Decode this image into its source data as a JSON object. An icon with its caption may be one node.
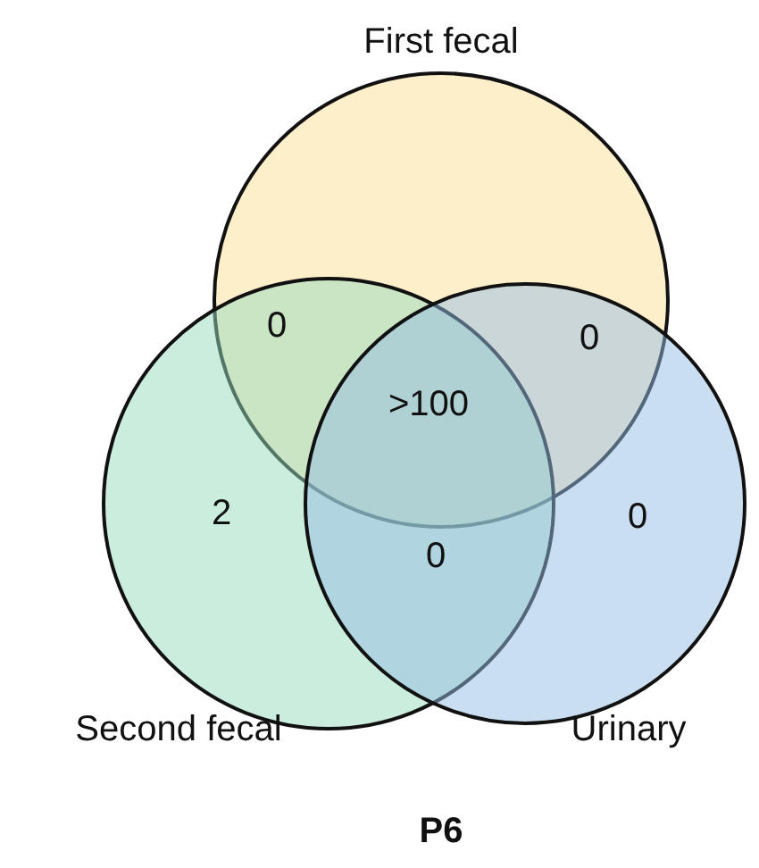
{
  "diagram": {
    "caption": "P6",
    "nodes": [
      {
        "text": [
          "First fecal"
        ]
      },
      {
        "text": [
          "2",
          "Second fecal"
        ]
      },
      {
        "text": [
          "0",
          "Urinary"
        ]
      }
    ],
    "labels": [
      "0",
      "0",
      ">100",
      "0"
    ]
  }
}
